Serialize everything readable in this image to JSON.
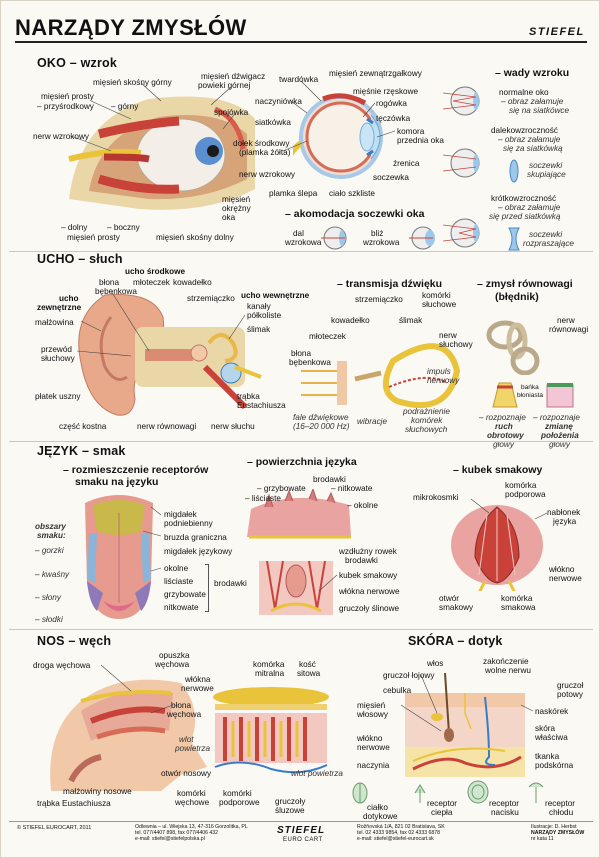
{
  "header": {
    "title": "NARZĄDY ZMYSŁÓW",
    "brand": "STIEFEL"
  },
  "oko": {
    "heading": "OKO – wzrok",
    "left_labels": [
      "mięsień skośny górny",
      "mięsień prosty",
      "– przyśrodkowy",
      "– górny",
      "nerw wzrokowy",
      "– dolny",
      "– boczny",
      "mięsień prosty"
    ],
    "mid_labels": [
      "mięsień dźwigacz",
      "powieki górnej",
      "spojówka",
      "mięsień",
      "okrężny",
      "oka",
      "mięsień skośny dolny"
    ],
    "eye_labels": [
      "twardówka",
      "mięsień zewnątrzgałkowy",
      "naczyniówka",
      "mięśnie rzęskowe",
      "siatkówka",
      "rogówka",
      "dołek środkowy",
      "(plamka żółta)",
      "tęczówka",
      "komora",
      "przednia oka",
      "nerw wzrokowy",
      "źrenica",
      "soczewka",
      "plamka ślepa",
      "ciało szkliste"
    ],
    "akomodacja": {
      "heading": "– akomodacja soczewki oka",
      "dal": "dal",
      "wzrokowa_1": "wzrokowa",
      "bliz": "bliż",
      "wzrokowa_2": "wzrokowa"
    },
    "wady": {
      "heading": "– wady wzroku",
      "normal": [
        "normalne oko",
        "– obraz załamuje",
        "się na siatkówce"
      ],
      "far": [
        "dalekowzroczność",
        "– obraz załamuje",
        "się za siatkówką"
      ],
      "far_lens": [
        "soczewki",
        "skupiające"
      ],
      "near": [
        "krótkowzroczność",
        "– obraz załamuje",
        "się przed siatkówką"
      ],
      "near_lens": [
        "soczewki",
        "rozpraszające"
      ]
    }
  },
  "ucho": {
    "heading": "UCHO – słuch",
    "labels": [
      "ucho środkowe",
      "błona",
      "bębenkowa",
      "młoteczek",
      "kowadełko",
      "strzemiączko",
      "ucho wewnętrzne",
      "ucho",
      "zewnętrzne",
      "kanały",
      "półkoliste",
      "małżowina",
      "ślimak",
      "przewód",
      "słuchowy",
      "płatek uszny",
      "trąbka",
      "Eustachiusza",
      "część kostna",
      "nerw równowagi",
      "nerw słuchu"
    ],
    "transmisja": {
      "heading": "– transmisja dźwięku",
      "labels": [
        "strzemiączko",
        "komórki",
        "słuchowe",
        "kowadełko",
        "ślimak",
        "młoteczek",
        "nerw",
        "słuchowy",
        "błona",
        "bębenkowa",
        "impuls",
        "nerwowy",
        "fale dźwiękowe",
        "(16–20 000 Hz)",
        "wibracje",
        "podrażnienie",
        "komórek",
        "słuchowych"
      ]
    },
    "rownowaga": {
      "heading": [
        "– zmysł równowagi",
        "(błędnik)"
      ],
      "labels": [
        "nerw",
        "równowagi",
        "bańka",
        "błoniasta",
        "– rozpoznaje",
        "ruch",
        "obrotowy",
        "głowy",
        "– rozpoznaje",
        "zmianę",
        "położenia",
        "głowy"
      ]
    }
  },
  "jezyk": {
    "heading": "JĘZYK – smak",
    "receptors": {
      "heading": [
        "– rozmieszczenie receptorów",
        "smaku na języku"
      ],
      "obszary": [
        "obszary",
        "smaku:"
      ],
      "tastes": [
        "– gorzki",
        "– kwaśny",
        "– słony",
        "– słodki"
      ],
      "labels": [
        "migdałek",
        "podniebienny",
        "bruzda graniczna",
        "migdałek językowy",
        "okolne",
        "liściaste",
        "grzybowate",
        "nitkowate",
        "brodawki"
      ]
    },
    "powierzchnia": {
      "heading": "– powierzchnia języka",
      "labels": [
        "brodawki",
        "– grzybowate",
        "– nitkowate",
        "– liściaste",
        "– okolne",
        "wzdłużny rowek",
        "brodawki",
        "kubek smakowy",
        "włókna nerwowe",
        "gruczoły ślinowe"
      ]
    },
    "kubek": {
      "heading": "– kubek smakowy",
      "labels": [
        "komórka",
        "podporowa",
        "mikrokosmki",
        "nabłonek",
        "języka",
        "włókno",
        "nerwowe",
        "otwór",
        "smakowy",
        "komórka",
        "smakowa"
      ]
    }
  },
  "nos": {
    "heading": "NOS – węch",
    "labels": [
      "opuszka",
      "węchowa",
      "droga węchowa",
      "komórka",
      "mitralna",
      "kość",
      "sitowa",
      "włókna",
      "nerwowe",
      "błona",
      "węchowa",
      "wlot",
      "powietrza",
      "otwór nosowy",
      "małżowiny nosowe",
      "trąbka Eustachiusza",
      "wlot powietrza",
      "komórki",
      "węchowe",
      "komórki",
      "podporowe",
      "gruczoły",
      "śluzowe"
    ]
  },
  "skora": {
    "heading": "SKÓRA – dotyk",
    "labels": [
      "włos",
      "zakończenie",
      "wolne nerwu",
      "gruczoł łojowy",
      "cebulka",
      "gruczoł",
      "potowy",
      "mięsień",
      "włosowy",
      "naskórek",
      "skóra",
      "właściwa",
      "włókno",
      "nerwowe",
      "naczynia",
      "tkanka",
      "podskórna",
      "ciałko",
      "dotykowe",
      "receptor",
      "ciepła",
      "receptor",
      "nacisku",
      "receptor",
      "chłodu"
    ]
  },
  "footer": {
    "copyright": "© STIEFEL EUROCART, 2011",
    "addr_pl": [
      "Odlewnia – ul. Wiejska 13, 47-316 Gorzolitka, PL",
      "tel. 077/4407 898, fax 077/4406 432",
      "e-mail: stiefel@stiefelpolska.pl"
    ],
    "brand": "STIEFEL",
    "brand_sub": "EURO CART",
    "addr_sk": [
      "Rožňovská 1/A, 821 02 Bratislava, SK",
      "tel. 02 4333 9854, fax 02 4333 6878",
      "e-mail: stiefel@stiefel-eurocart.sk"
    ],
    "right": [
      "Ilustracje: D. Herbst",
      "NARZĄDY ZMYSŁÓW",
      "nr kata 11"
    ]
  },
  "colors": {
    "skin": "#e8a98a",
    "muscle": "#c9423a",
    "nerve": "#e9c33a",
    "blue": "#3a7cc8",
    "cream": "#fbf9f4"
  }
}
